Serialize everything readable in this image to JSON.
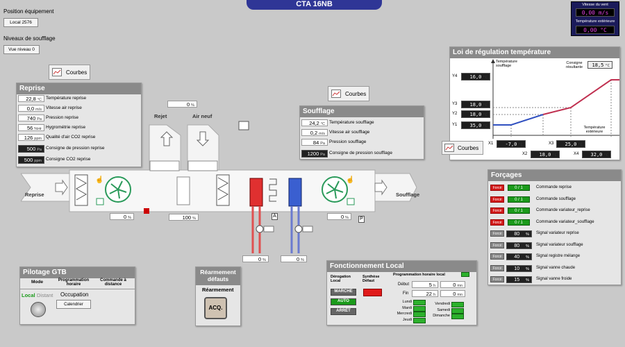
{
  "header": {
    "title": "CTA 16NB"
  },
  "top_left": {
    "position_label": "Position équipement",
    "position_value": "Local 2576",
    "niveaux_label": "Niveaux de soufflage",
    "niveaux_value": "Vue niveau 0"
  },
  "wind": {
    "vitesse_label": "Vitesse du vent",
    "vitesse_value": "0,00",
    "vitesse_unit": "m/s",
    "temp_label": "Température extérieure",
    "temp_value": "0,00",
    "temp_unit": "°C"
  },
  "courbes_label": "Courbes",
  "reprise": {
    "title": "Reprise",
    "rows": [
      {
        "value": "22,8",
        "unit": "°C",
        "label": "Température reprise"
      },
      {
        "value": "0,0",
        "unit": "m/s",
        "label": "Vitesse air reprise"
      },
      {
        "value": "740",
        "unit": "Pa",
        "label": "Pression reprise"
      },
      {
        "value": "56",
        "unit": "%Hr",
        "label": "Hygrométrie reprise"
      },
      {
        "value": "126",
        "unit": "ppm",
        "label": "Qualité d'air CO2 reprise"
      },
      {
        "value": "500",
        "unit": "Pa",
        "label": "Consigne de pression reprise"
      },
      {
        "value": "500",
        "unit": "ppm",
        "label": "Consigne CO2 reprise"
      }
    ]
  },
  "soufflage": {
    "title": "Soufflage",
    "rows": [
      {
        "value": "24,2",
        "unit": "°C",
        "label": "Température soufflage"
      },
      {
        "value": "0,2",
        "unit": "m/s",
        "label": "Vitesse air soufflage"
      },
      {
        "value": "84",
        "unit": "Pa",
        "label": "Pression soufflage"
      },
      {
        "value": "1200",
        "unit": "Pa",
        "label": "Consigne de pression soufflage"
      }
    ]
  },
  "synoptic": {
    "rejet": "Rejet",
    "air_neuf": "Air neuf",
    "reprise": "Reprise",
    "soufflage": "Soufflage",
    "damper_top": "0",
    "damper_mid": "100",
    "fan_reprise": "0",
    "fan_soufflage": "0",
    "vanne_chaude": "0",
    "vanne_froide": "0",
    "pct": "%",
    "label_a": "A",
    "label_p": "P"
  },
  "regulation": {
    "title": "Loi de régulation température",
    "temp_soufflage_label": "Température soufflage",
    "consigne_label": "Consigne résultante",
    "consigne_value": "18,5",
    "unit": "°C",
    "y4_label": "Y4",
    "y4_value": "16,0",
    "y3_label": "Y3",
    "y3_value": "18,0",
    "y2_label": "Y2",
    "y2_value": "18,0",
    "y1_label": "Y1",
    "y1_value": "35,0",
    "x1_label": "X1",
    "x1_value": "-7,0",
    "x2_label": "X2",
    "x2_value": "18,0",
    "x3_label": "X3",
    "x3_value": "25,0",
    "x4_label": "X4",
    "x4_value": "32,0",
    "temp_ext_label": "Température extérieure",
    "courbes": "Courbes"
  },
  "forcages": {
    "title": "Forçages",
    "force_label": "Forcé",
    "rows": [
      {
        "value": "0 / 1",
        "label": "Commande reprise",
        "active": true
      },
      {
        "value": "0 / 1",
        "label": "Commande soufflage",
        "active": true
      },
      {
        "value": "0 / 1",
        "label": "Commande variateur_reprise",
        "active": true
      },
      {
        "value": "0 / 1",
        "label": "Commande variateur_soufflage",
        "active": true
      },
      {
        "value": "80",
        "unit": "%",
        "label": "Signal variateur reprise",
        "active": false
      },
      {
        "value": "80",
        "unit": "%",
        "label": "Signal variateur soufflage",
        "active": false
      },
      {
        "value": "40",
        "unit": "%",
        "label": "Signal registre mélange",
        "active": false
      },
      {
        "value": "10",
        "unit": "%",
        "label": "Signal vanne chaude",
        "active": false
      },
      {
        "value": "15",
        "unit": "%",
        "label": "Signal vanne froide",
        "active": false
      }
    ]
  },
  "pilotage": {
    "title": "Pilotage GTB",
    "col_mode": "Mode",
    "col_prog": "Programmation horaire",
    "col_cmd": "Commande à distance",
    "local": "Local",
    "distant": "Distant",
    "occupation": "Occupation",
    "calendrier": "Calendrier"
  },
  "rearmement": {
    "title": "Réarmement défauts",
    "subtitle": "Réarmement",
    "button": "ACQ."
  },
  "fonctionnement": {
    "title": "Fonctionnement Local",
    "derogation": "Dérogation Local",
    "marche": "MARCHE",
    "auto": "AUTO",
    "arret": "ARRÊT",
    "synthese": "Synthèse Défaut",
    "prog_label": "Programmation horaire local",
    "debut": "Début",
    "fin": "Fin",
    "debut_h": "5",
    "fin_h": "22",
    "h_unit": "h",
    "min_value": "0",
    "mn_unit": "mn",
    "days_left": [
      "Lundi",
      "Mardi",
      "Mercredi",
      "Jeudi"
    ],
    "days_right": [
      "Vendredi",
      "Samedi",
      "Dimanche"
    ]
  },
  "colors": {
    "accent_header": "#2f3696",
    "panel_header": "#8a8a8a",
    "red": "#d21a1a",
    "green": "#2cb12c"
  }
}
